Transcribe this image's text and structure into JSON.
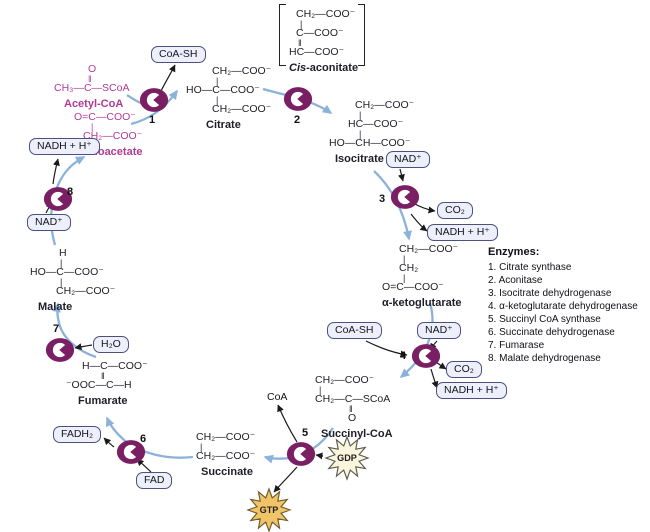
{
  "colors": {
    "magenta": "#b23a97",
    "enzyme_purple": "#7a1f63",
    "box_border": "#4a5080",
    "box_bg": "#edeffa",
    "arrow_blue": "#8cb2d9",
    "arrow_black": "#1a1a1a",
    "gdp_fill": "#faf5dd",
    "gtp_fill": "#f1c468"
  },
  "molecules": {
    "cis_aconitate": {
      "lines": [
        "CH₂—COO⁻",
        "|",
        "C—COO⁻",
        "‖",
        "HC—COO⁻"
      ],
      "label_italic": "Cis",
      "label_rest": "-aconitate"
    },
    "acetyl_coa": {
      "lines": [
        "O",
        "‖",
        "CH₃—C—SCoA"
      ],
      "label": "Acetyl-CoA"
    },
    "oxaloacetate": {
      "lines": [
        "O=C—COO⁻",
        "|",
        "CH₂—COO⁻"
      ],
      "label": "Oxaloacetate"
    },
    "citrate": {
      "lines": [
        "CH₂—COO⁻",
        "|",
        "HO—C—COO⁻",
        "|",
        "CH₂—COO⁻"
      ],
      "label": "Citrate"
    },
    "isocitrate": {
      "lines": [
        "CH₂—COO⁻",
        "|",
        "HC—COO⁻",
        "|",
        "HO—CH—COO⁻"
      ],
      "label": "Isocitrate"
    },
    "alpha_ketoglutarate": {
      "lines": [
        "CH₂—COO⁻",
        "|",
        "CH₂",
        "|",
        "O=C—COO⁻"
      ],
      "label": "α-ketoglutarate"
    },
    "succinyl_coa": {
      "lines": [
        "CH₂—COO⁻",
        "|",
        "CH₂—C—SCoA",
        "‖",
        "O"
      ],
      "label": "Succinyl-CoA"
    },
    "succinate": {
      "lines": [
        "CH₂—COO⁻",
        "|",
        "CH₂—COO⁻"
      ],
      "label": "Succinate"
    },
    "fumarate": {
      "lines": [
        "H—C—COO⁻",
        "‖",
        "⁻OOC—C—H"
      ],
      "label": "Fumarate"
    },
    "malate": {
      "lines": [
        "H",
        "|",
        "HO—C—COO⁻",
        "|",
        "CH₂—COO⁻"
      ],
      "label": "Malate"
    }
  },
  "cofactors": {
    "coa_sh": "CoA-SH",
    "nad": "NAD⁺",
    "nadh": "NADH + H⁺",
    "co2": "CO₂",
    "fad": "FAD",
    "fadh2": "FADH₂",
    "h2o": "H₂O",
    "gdp": "GDP",
    "gtp": "GTP",
    "coa": "CoA"
  },
  "enzyme_numbers": [
    "1",
    "2",
    "3",
    "4",
    "5",
    "6",
    "7",
    "8"
  ],
  "legend": {
    "title": "Enzymes:",
    "items": [
      "1. Citrate synthase",
      "2. Aconitase",
      "3. Isocitrate dehydrogenase",
      "4. α-ketoglutarate dehydrogenase",
      "5. Succinyl CoA synthase",
      "6. Succinate dehydrogenase",
      "7. Fumarase",
      "8. Malate dehydrogenase"
    ]
  }
}
